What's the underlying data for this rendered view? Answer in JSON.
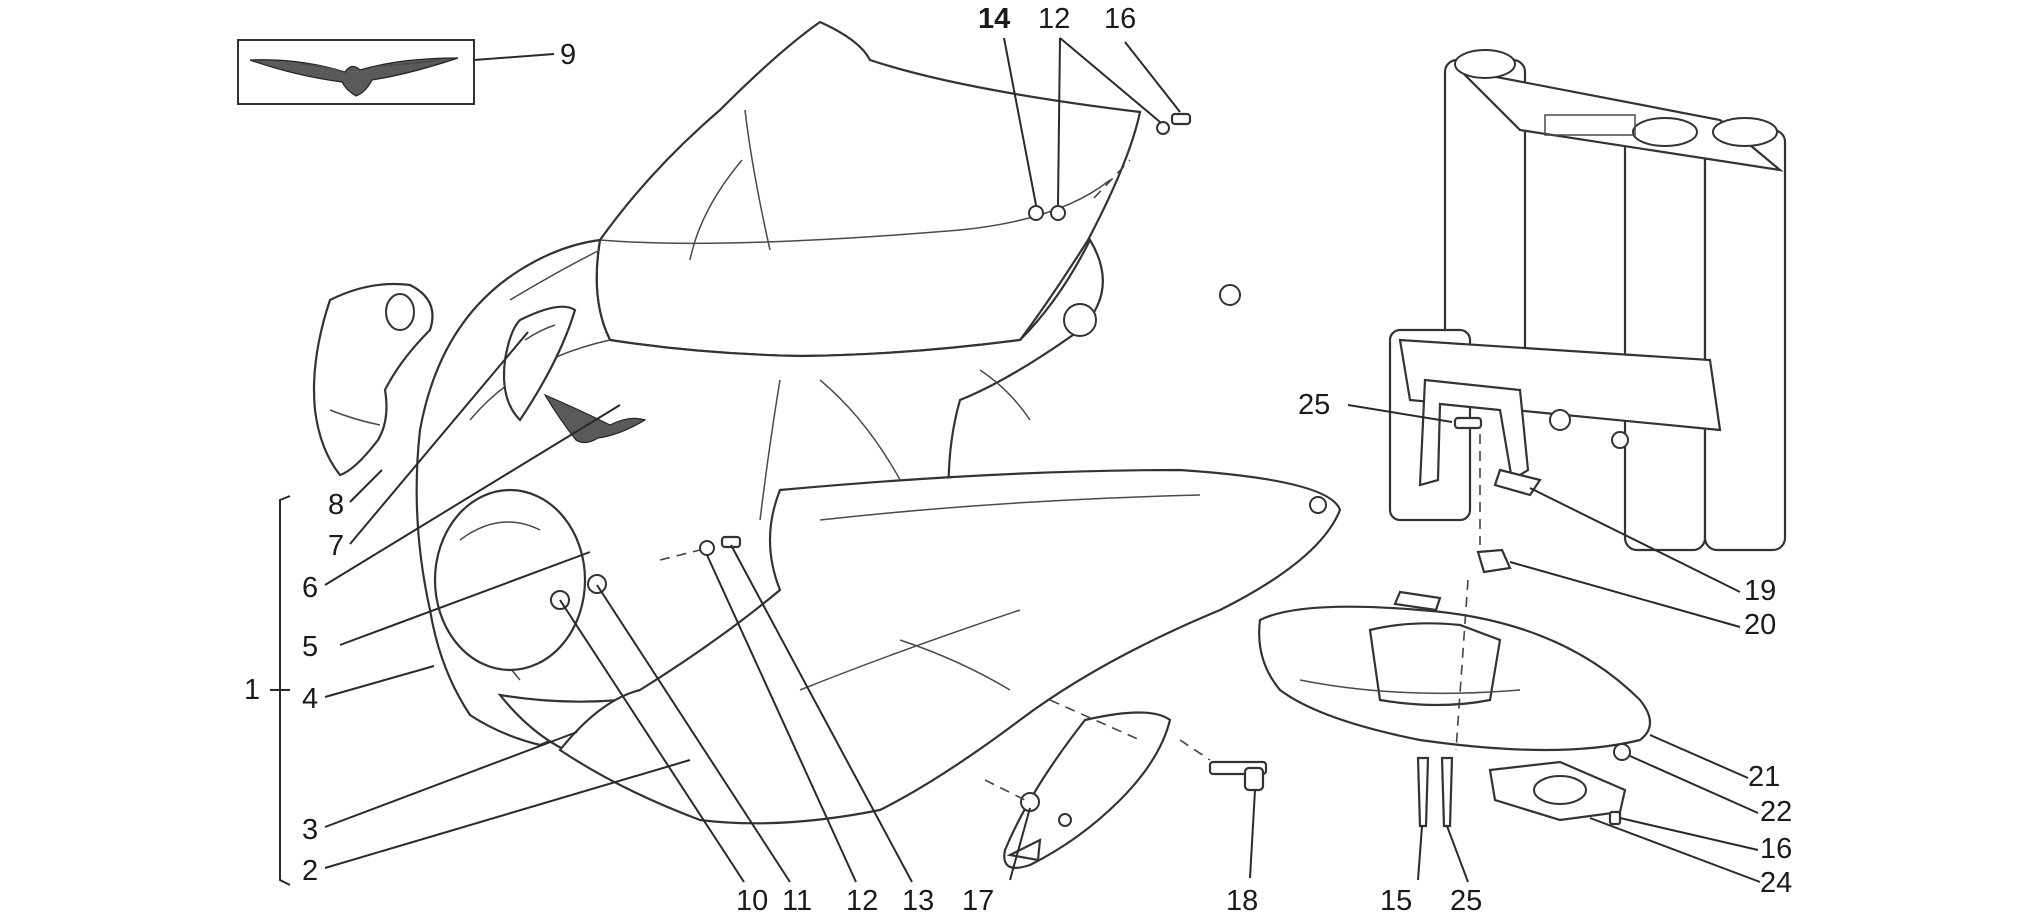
{
  "callouts": [
    {
      "id": "9",
      "text": "9"
    },
    {
      "id": "14",
      "text": "14"
    },
    {
      "id": "12-top",
      "text": "12"
    },
    {
      "id": "16-top",
      "text": "16"
    },
    {
      "id": "25-upper",
      "text": "25"
    },
    {
      "id": "8",
      "text": "8"
    },
    {
      "id": "7",
      "text": "7"
    },
    {
      "id": "6",
      "text": "6"
    },
    {
      "id": "5",
      "text": "5"
    },
    {
      "id": "1",
      "text": "1"
    },
    {
      "id": "4",
      "text": "4"
    },
    {
      "id": "3",
      "text": "3"
    },
    {
      "id": "2",
      "text": "2"
    },
    {
      "id": "10",
      "text": "10"
    },
    {
      "id": "11",
      "text": "11"
    },
    {
      "id": "12-bottom",
      "text": "12"
    },
    {
      "id": "13",
      "text": "13"
    },
    {
      "id": "17",
      "text": "17"
    },
    {
      "id": "18",
      "text": "18"
    },
    {
      "id": "15",
      "text": "15"
    },
    {
      "id": "25-lower",
      "text": "25"
    },
    {
      "id": "19",
      "text": "19"
    },
    {
      "id": "20",
      "text": "20"
    },
    {
      "id": "21",
      "text": "21"
    },
    {
      "id": "22",
      "text": "22"
    },
    {
      "id": "16-right",
      "text": "16"
    },
    {
      "id": "24",
      "text": "24"
    }
  ]
}
